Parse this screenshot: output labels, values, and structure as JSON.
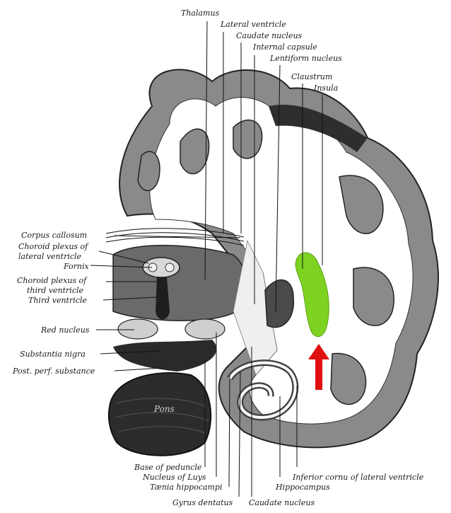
{
  "labels": {
    "thalamus": "Thalamus",
    "lateral_ventricle": "Lateral ventricle",
    "caudate_nucleus_top": "Caudate nucleus",
    "internal_capsule": "Internal capsule",
    "lentiform_nucleus": "Lentiform nucleus",
    "claustrum": "Claustrum",
    "insula": "Insula",
    "corpus_callosum": "Corpus callosum",
    "choroid_plexus_lateral_1": "Choroid plexus of",
    "choroid_plexus_lateral_2": "lateral ventricle",
    "fornix": "Fornix",
    "choroid_plexus_third_1": "Choroid plexus of",
    "choroid_plexus_third_2": "third ventricle",
    "third_ventricle": "Third ventricle",
    "red_nucleus": "Red nucleus",
    "substantia_nigra": "Substantia nigra",
    "post_perf_substance": "Post. perf. substance",
    "pons": "Pons",
    "base_of_peduncle": "Base of peduncle",
    "nucleus_of_luys": "Nucleus of Luys",
    "taenia_hippocampi": "Tænia hippocampi",
    "gyrus_dentatus": "Gyrus dentatus",
    "caudate_nucleus_bottom": "Caudate nucleus",
    "inferior_cornu": "Inferior cornu of lateral ventricle",
    "hippocampus": "Hippocampus"
  },
  "colors": {
    "highlight": "#7ed321",
    "arrow": "#e01010",
    "cortex": "#8a8a8a",
    "white_matter": "#ffffff",
    "dark_tissue": "#3a3a3a"
  },
  "highlighted_structure": "Claustrum"
}
